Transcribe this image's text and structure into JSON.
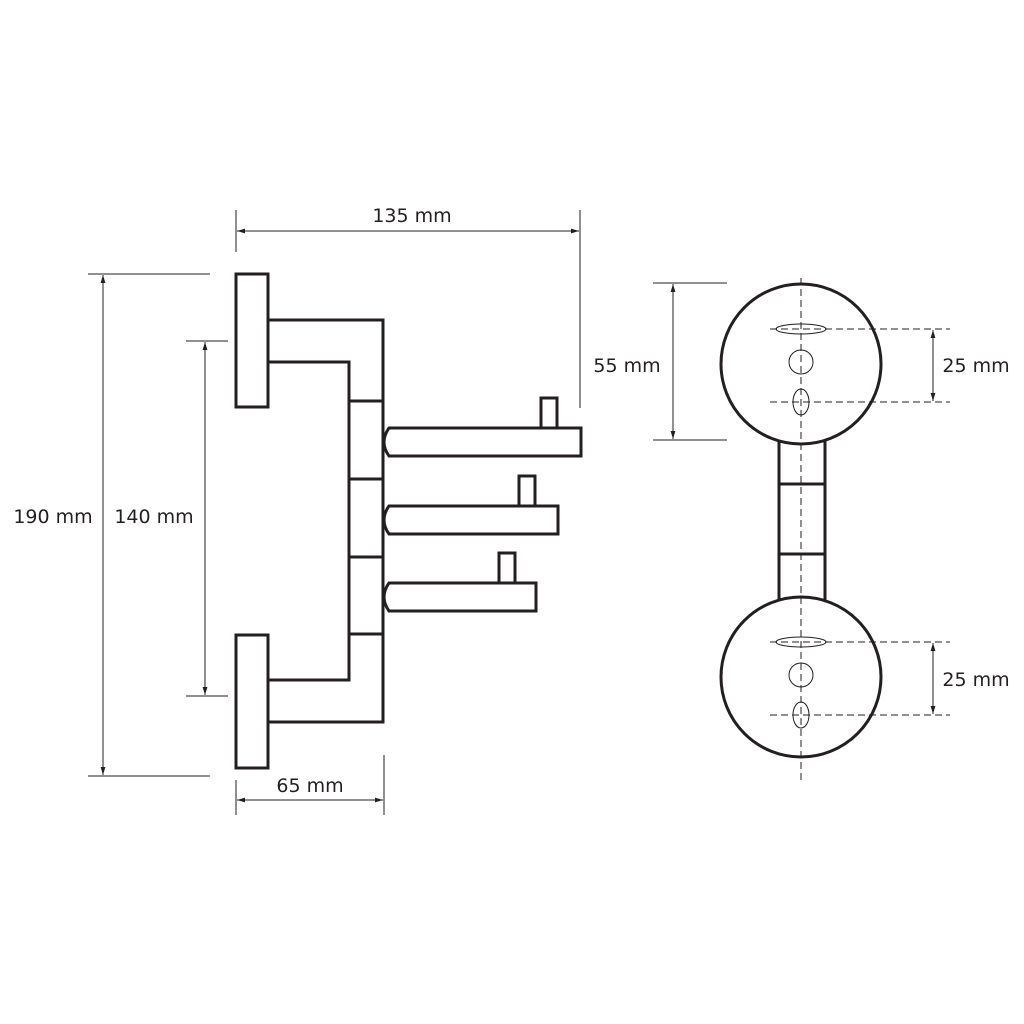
{
  "dimensions": {
    "top_width": "135 mm",
    "total_height": "190 mm",
    "mount_spacing": "140 mm",
    "base_width": "65 mm",
    "rosette_diameter": "55 mm",
    "hole_spacing_top": "25 mm",
    "hole_spacing_bottom": "25 mm"
  },
  "colors": {
    "line": "#231f20",
    "background": "#ffffff"
  }
}
